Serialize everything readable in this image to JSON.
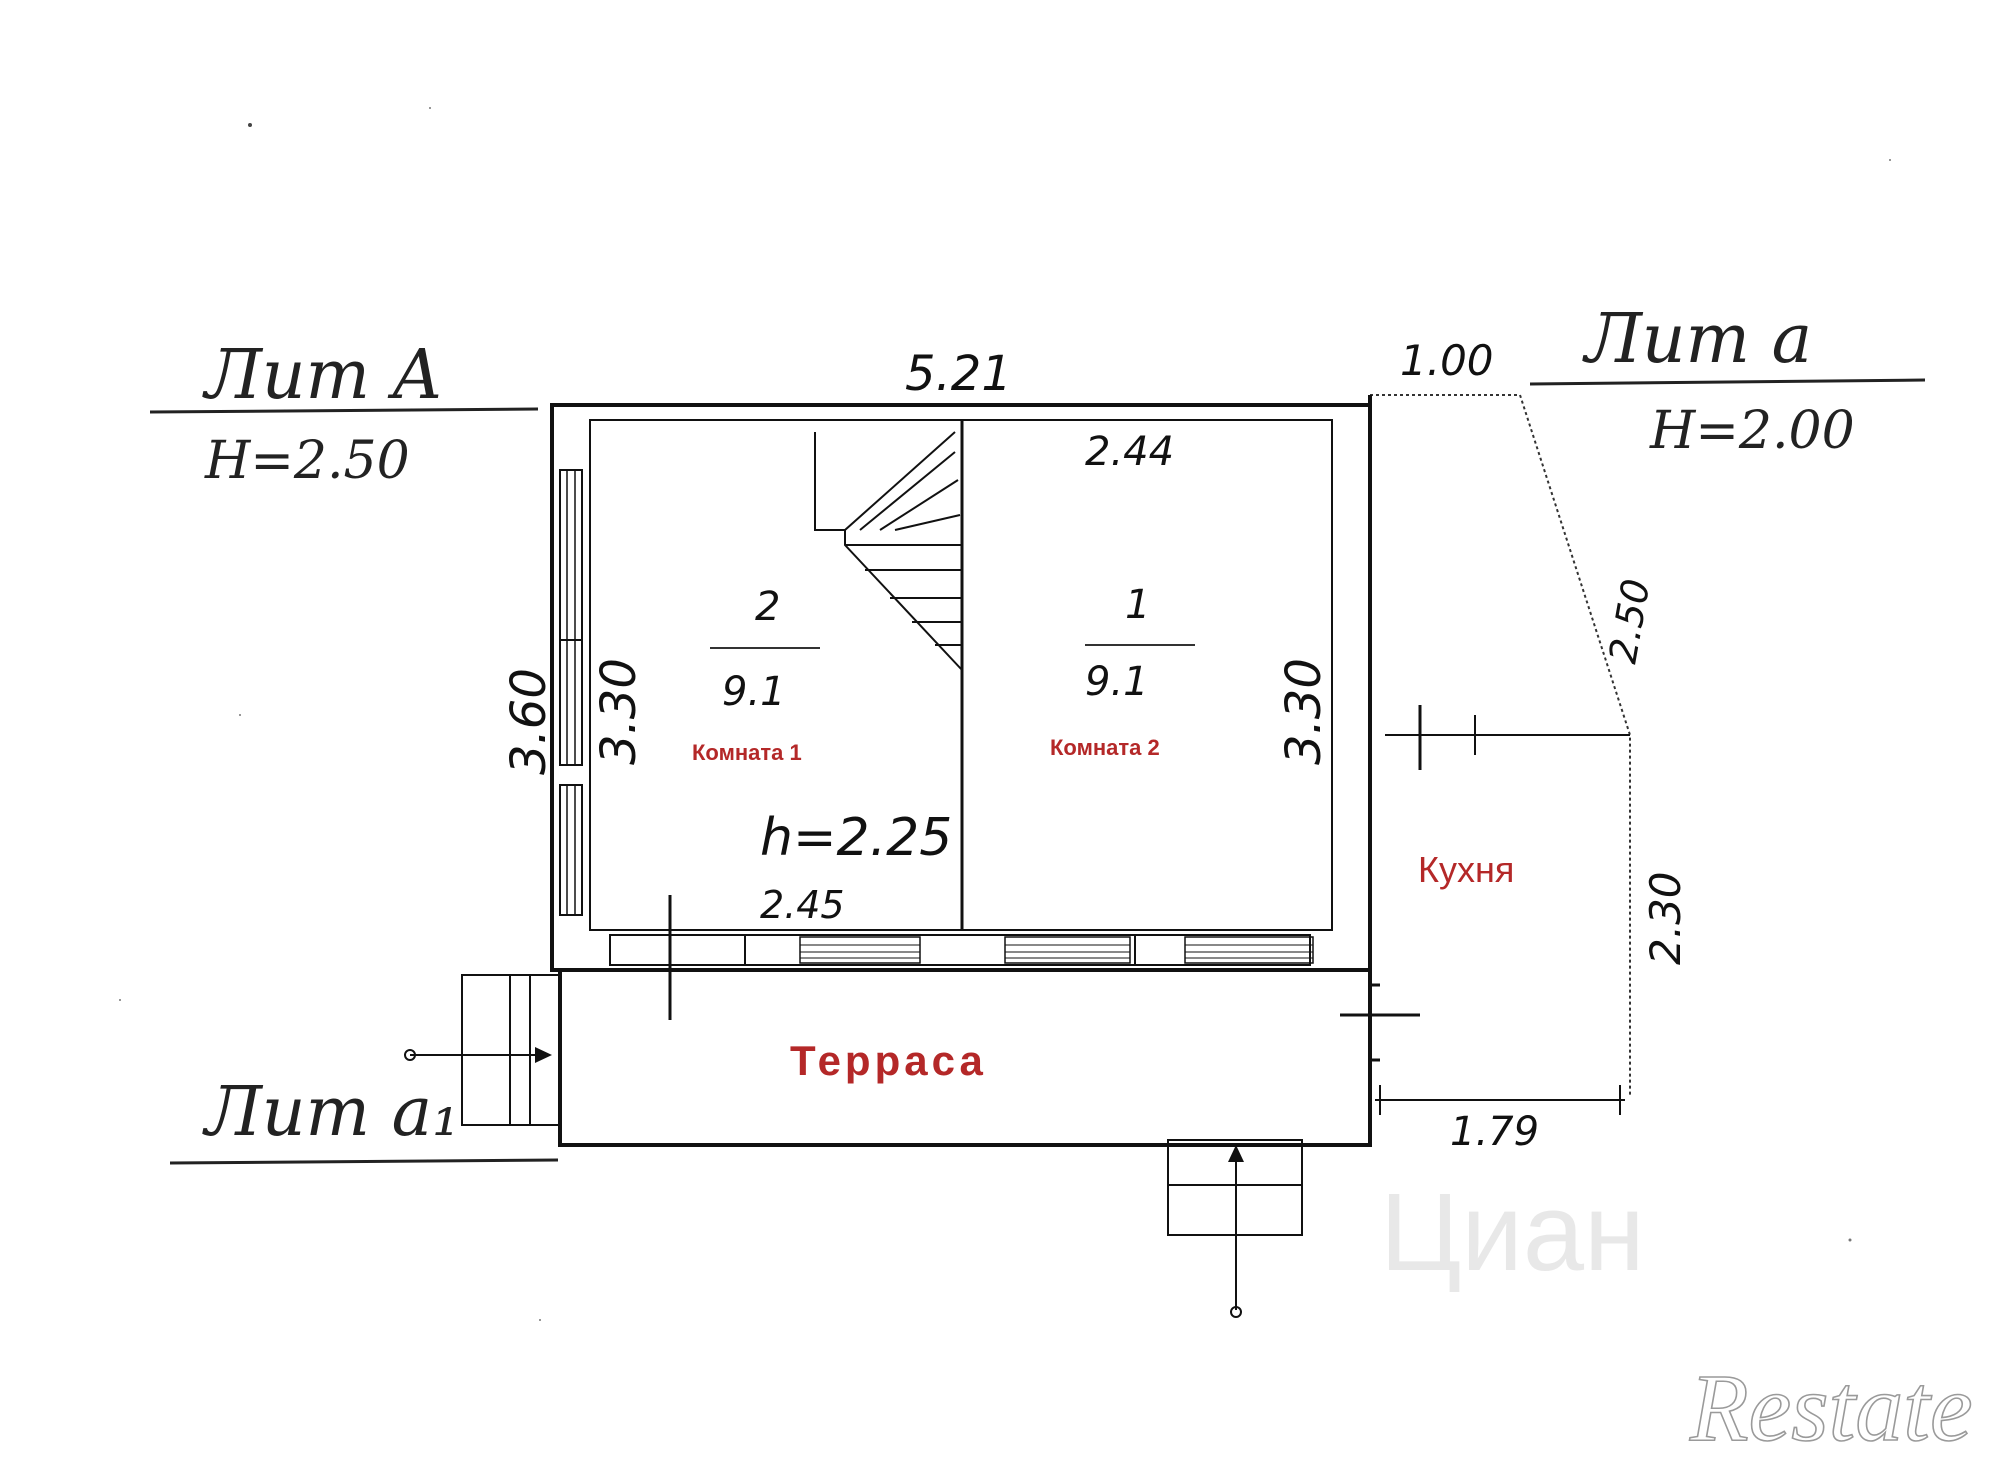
{
  "plan": {
    "lit_a_main": "Лит А",
    "lit_a_main_height": "Н=2.50",
    "lit_a_small": "Лит а",
    "lit_a_small_height": "Н=2.00",
    "lit_a1": "Лит а₁",
    "dim_top": "5.21",
    "dim_top_right": "1.00",
    "dim_inner_top": "2.44",
    "dim_left_outer": "3.60",
    "dim_left_inner": "3.30",
    "dim_right_inner": "3.30",
    "dim_bottom_room1": "2.45",
    "dim_kitchen_slope": "2.50",
    "dim_kitchen_right": "2.30",
    "dim_kitchen_bottom": "1.79",
    "room1_number": "2",
    "room1_area": "9.1",
    "room2_number": "1",
    "room2_area": "9.1",
    "room1_height": "h=2.25",
    "room1_label": "Комната 1",
    "room2_label": "Комната 2",
    "kitchen_label": "Кухня",
    "terrace_label": "Терраса"
  },
  "watermark": {
    "text": "Restate",
    "faint_text": "Циан"
  }
}
